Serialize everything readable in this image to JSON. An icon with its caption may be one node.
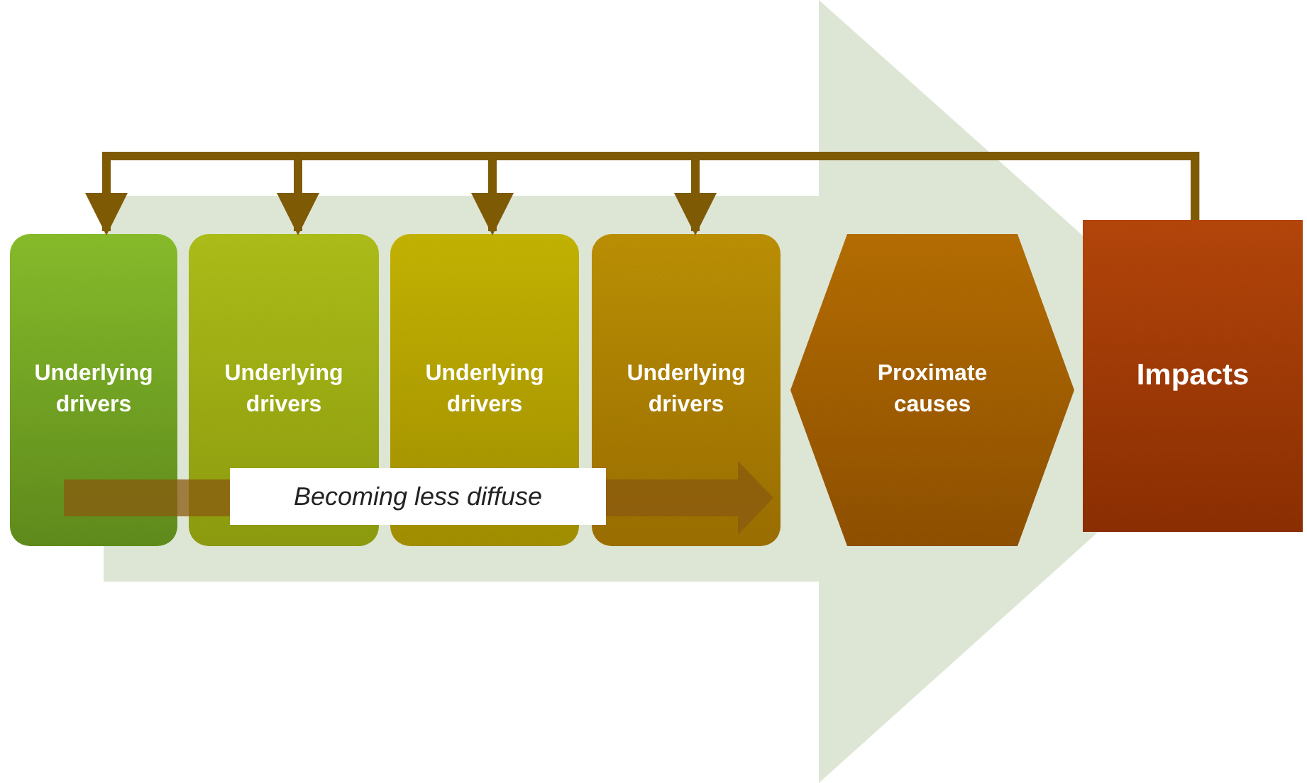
{
  "diagram": {
    "nodes": [
      {
        "text": [
          "Underlying drivers"
        ]
      },
      {
        "text": [
          "Underlying drivers"
        ]
      },
      {
        "text": [
          "Underlying drivers"
        ]
      },
      {
        "text": [
          "Underlying drivers"
        ]
      },
      {
        "text": [
          "Proximate causes"
        ]
      },
      {
        "text": [
          "Impacts"
        ]
      }
    ],
    "edges": [
      {
        "from": 0,
        "to": 5,
        "arrow": "to",
        "style": "thick",
        "color": "#dde6d4"
      },
      {
        "from": 5,
        "to": 0,
        "arrow": "to"
      },
      {
        "from": 5,
        "to": 1,
        "arrow": "to"
      },
      {
        "from": 5,
        "to": 2,
        "arrow": "to"
      },
      {
        "from": 5,
        "to": 3,
        "arrow": "to"
      }
    ],
    "labels": [
      "Becoming less diffuse"
    ]
  }
}
